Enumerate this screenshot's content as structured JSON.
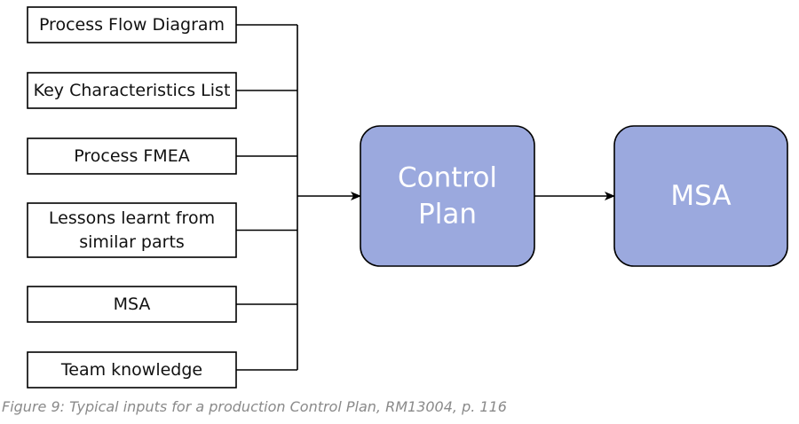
{
  "diagram": {
    "inputs": [
      {
        "lines": [
          "Process Flow Diagram"
        ]
      },
      {
        "lines": [
          "Key Characteristics List"
        ]
      },
      {
        "lines": [
          "Process FMEA"
        ]
      },
      {
        "lines": [
          "Lessons learnt from",
          "similar parts"
        ]
      },
      {
        "lines": [
          "MSA"
        ]
      },
      {
        "lines": [
          "Team knowledge"
        ]
      }
    ],
    "process_boxes": [
      {
        "lines": [
          "Control",
          "Plan"
        ]
      },
      {
        "lines": [
          "MSA"
        ]
      }
    ],
    "colors": {
      "process_fill": "#9ba9de",
      "process_stroke": "#000000",
      "input_stroke": "#000000",
      "connector": "#000000"
    }
  },
  "caption": "Figure 9: Typical inputs for a production Control Plan, RM13004, p. 116"
}
